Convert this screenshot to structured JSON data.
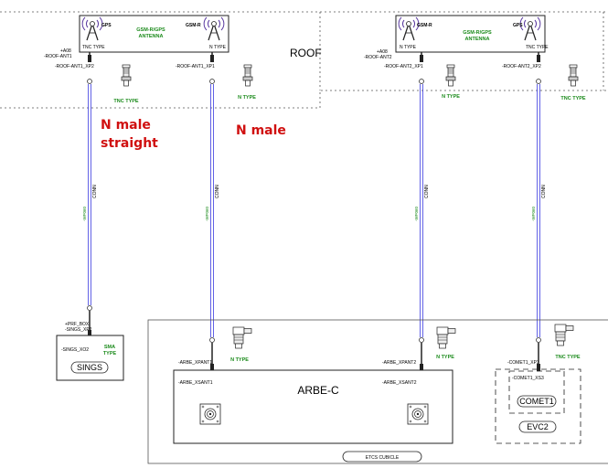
{
  "colors": {
    "cable": "#3a3ae0",
    "label_green": "#1a8a1a",
    "annotation_red": "#d01010"
  },
  "roof_label": "ROOF",
  "annotation_n_male_straight_line1": "N male",
  "annotation_n_male_straight_line2": "straight",
  "annotation_n_male": "N male",
  "antenna1": {
    "gps_tag": "GPS",
    "gsm_tag": "GSM-R",
    "title_line1": "GSM-R/GPS",
    "title_line2": "ANTENNA",
    "ref_line1": "+A08",
    "ref_line2": "-ROOF-ANT1",
    "left_port_type": "TNC TYPE",
    "right_port_type": "N TYPE",
    "left_port_id": "-ROOF-ANT1_XP2",
    "right_port_id": "-ROOF-ANT1_XP1",
    "left_conn_type": "TNC TYPE",
    "right_conn_type": "N TYPE"
  },
  "antenna2": {
    "gsm_tag": "GSM-R",
    "gps_tag": "GPS",
    "title_line1": "GSM-R/GPS",
    "title_line2": "ANTENNA",
    "ref_line1": "+A08",
    "ref_line2": "-ROOF-ANT2",
    "left_port_type": "N TYPE",
    "right_port_type": "TNC TYPE",
    "left_port_id": "-ROOF-ANT2_XP1",
    "right_port_id": "-ROOF-ANT2_XP2",
    "left_conn_type": "N TYPE",
    "right_conn_type": "TNC TYPE"
  },
  "cable_label": "-WF060",
  "cable_tag": "CONN",
  "sings": {
    "ref_line1": "+PRF_BOX",
    "ref_line2": "-SINGS_XP2",
    "port_id": "-SINGS_XO2",
    "type_line1": "SMA",
    "type_line2": "TYPE",
    "name": "SINGS"
  },
  "arbe": {
    "title": "ARBE-C",
    "xpant1": "-ARBE_XPANT1",
    "xpant2": "-ARBE_XPANT2",
    "xsant1": "-ARBE_XSANT1",
    "xsant2": "-ARBE_XSANT2",
    "conn1_type": "N TYPE",
    "conn2_type": "N TYPE"
  },
  "comet": {
    "port_id": "-COMET1_XP3",
    "inner_port_id": "-COMET1_XS3",
    "conn_type": "TNC TYPE",
    "name": "COMET1",
    "group_name": "EVC2"
  },
  "cubicle_name": "ETCS CUBICLE"
}
